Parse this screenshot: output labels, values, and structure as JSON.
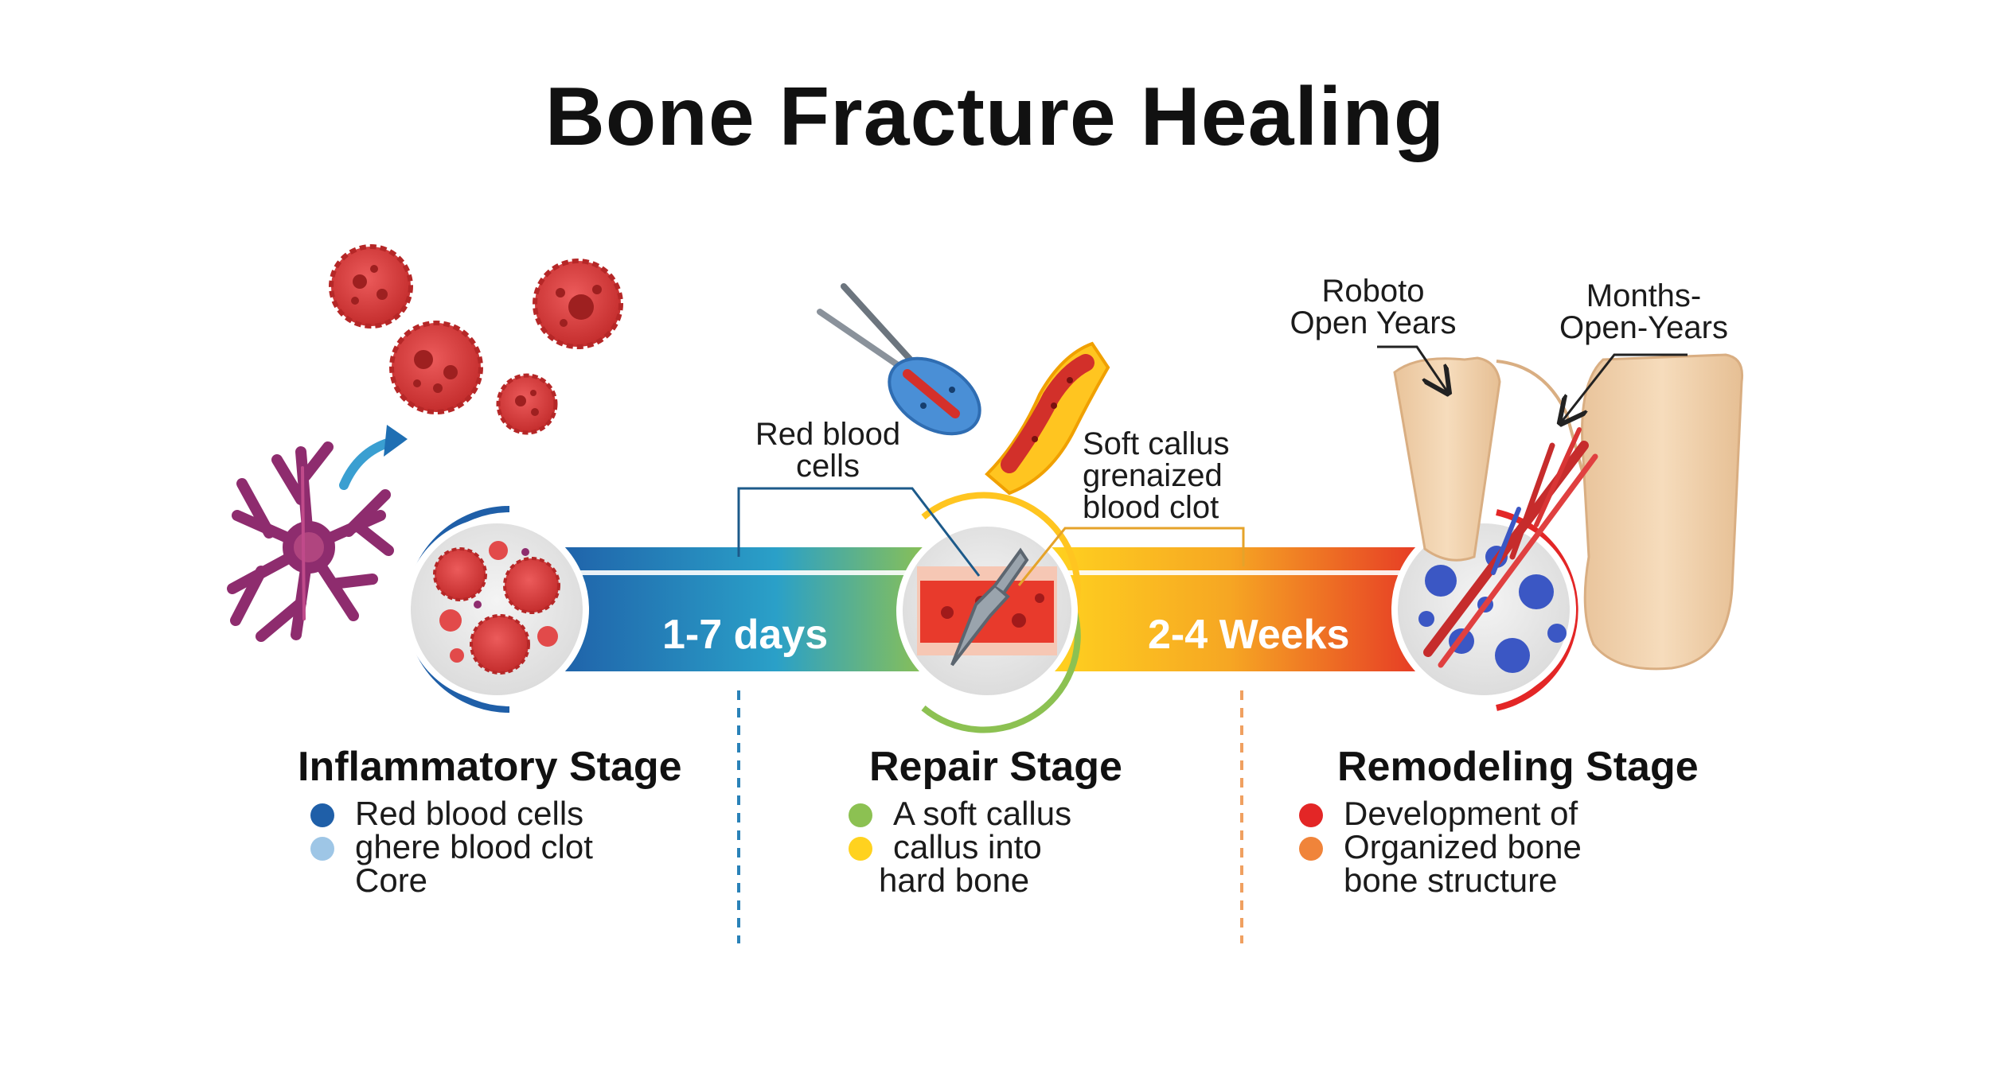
{
  "title": "Bone Fracture Healing",
  "band_labels": {
    "first": "1-7 days",
    "second": "2-4 Weeks"
  },
  "callouts": {
    "red_blood_cells": [
      "Red blood",
      "cells"
    ],
    "soft_callus": [
      "Soft callus",
      "grenaized",
      "blood clot"
    ],
    "roboto_open_years": [
      "Roboto",
      "Open Years"
    ],
    "months_open_years": [
      "Months-",
      "Open-Years"
    ]
  },
  "stages": [
    {
      "title": "Inflammatory Stage",
      "items": [
        {
          "text": "Red blood cells",
          "color": "#1f5fa8"
        },
        {
          "text": "ghere blood clot",
          "color": "#9ec6e6"
        },
        {
          "text": "Core",
          "color": null
        }
      ]
    },
    {
      "title": "Repair Stage",
      "items": [
        {
          "text": "A soft callus",
          "color": "#8cc152"
        },
        {
          "text": "callus into",
          "color": "#ffd21f"
        },
        {
          "text": "hard bone",
          "color": null
        }
      ]
    },
    {
      "title": "Remodeling Stage",
      "items": [
        {
          "text": "Development of",
          "color": "#e32626"
        },
        {
          "text": "Organized bone",
          "color": "#f0843a"
        },
        {
          "text": "bone structure",
          "color": null
        }
      ]
    }
  ],
  "colors": {
    "band_start": "#1f5fa8",
    "band_mid_green": "#8cc152",
    "band_mid_yellow": "#ffc520",
    "band_end": "#e32626",
    "cell_red": "#d83a3a",
    "bone_beige": "#f3d3ae",
    "remodel_blue": "#3b57c4"
  }
}
